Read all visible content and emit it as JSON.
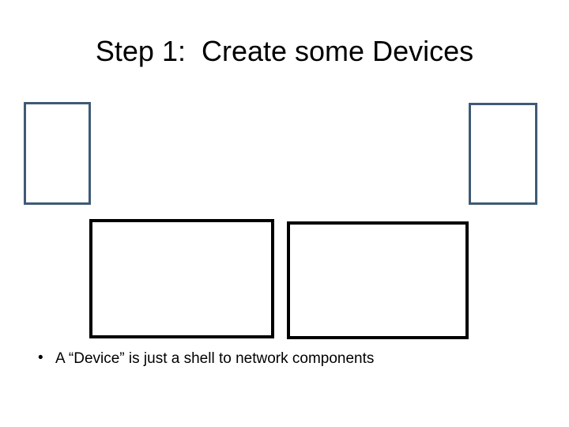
{
  "slide": {
    "title": "Step 1:  Create some Devices",
    "bullet": {
      "marker": "•",
      "text": "A “Device” is just a shell to network components"
    },
    "shapes": [
      {
        "name": "device-box-left",
        "type": "rectangle",
        "outline": "#3F5A75",
        "fill": "none",
        "label": ""
      },
      {
        "name": "device-box-right",
        "type": "rectangle",
        "outline": "#3F5A75",
        "fill": "none",
        "label": ""
      },
      {
        "name": "component-box-left",
        "type": "rectangle",
        "outline": "#000000",
        "fill": "none",
        "label": ""
      },
      {
        "name": "component-box-right",
        "type": "rectangle",
        "outline": "#000000",
        "fill": "none",
        "label": ""
      }
    ],
    "colors": {
      "background": "#FFFFFF",
      "text": "#000000",
      "device_outline": "#3F5A75",
      "component_outline": "#000000"
    }
  }
}
